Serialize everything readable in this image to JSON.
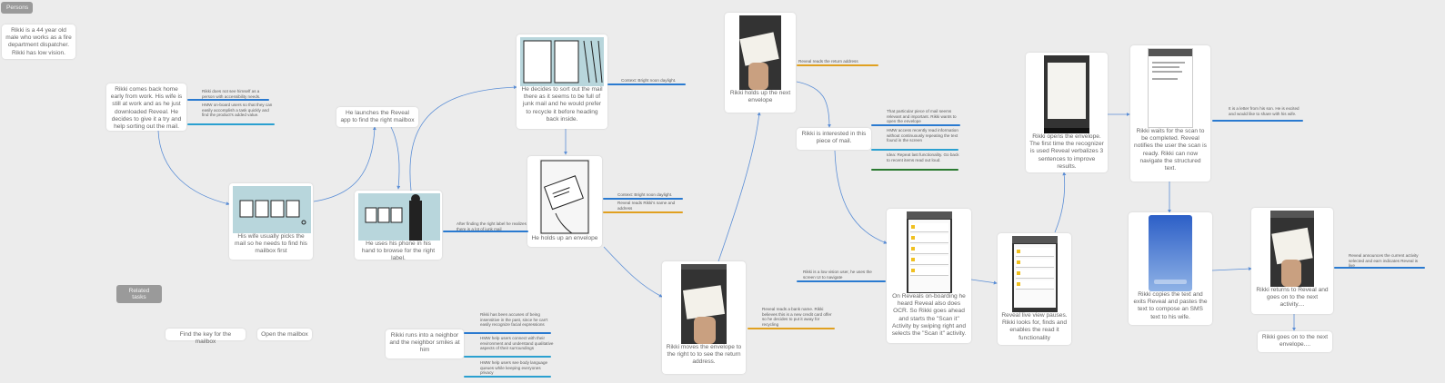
{
  "labels": {
    "personas": "Persons",
    "related_tasks": "Related tasks"
  },
  "persona": "Rikki is a 44 year old male who works as a fire department dispatcher. Rikki has low vision.",
  "steps": {
    "s1": "Rikki comes back home early from work. His wife is still at work and as he just downloaded Reveal. He decides to give it a try and help sorting out the mail.",
    "s2": "His wife usually picks the mail so he needs to find his mailbox first",
    "s3": "He launches the Reveal app to find the right mailbox",
    "s4": "He uses his phone in his hand to browse for the right label.",
    "s5": "He decides to sort out the mail there as it seems to be full of junk mail and he would prefer to recycle it before heading back inside.",
    "s6": "He holds up an envelope",
    "s7": "Rikki moves the envelope to the right to to see the return address.",
    "s8": "Rikki holds up the next envelope",
    "s9": "Rikki is interested in this piece of mail.",
    "s10": "On Reveals on-boarding he heard Reveal also does OCR. So Rikki goes ahead and starts the \"Scan it\" Activity by swiping right and selects the \"Scan it\" activity.",
    "s11": "Reveal live view pauses. Rikki looks for, finds and enables the read it functionality",
    "s12": "Rikki opens the envelope. The first time the recognizer is used Reveal verbalizes 3 sentences to improve results.",
    "s13": "Rikki waits for the scan to be completed. Reveal notifies the user the scan is ready. Rikki can now navigate the structured text.",
    "s14": "Rikki copies the text and exits Reveal and pastes the text to compose an SMS text to his wife.",
    "s15": "Rikki returns to Reveal and goes on to the next activity....",
    "s16": "Rikki goes on to the next envelope....",
    "neighbor": "Rikki runs into a neighbor and the neighbor smiles at him"
  },
  "related": {
    "t1": "Find the key for the mailbox",
    "t2": "Open the mailbox"
  },
  "notes": {
    "n1": "Rikki does not see himself as a person with accessibility needs.",
    "n2": "HMW on-board users so that they can easily accomplish a task quickly and find the product's added value.",
    "n3": "After finding the right label he realizes there is a lot of junk mail",
    "n4": "Context: Bright noon daylight.",
    "n5": "Context: Bright noon daylight.",
    "n6": "Reveal reads Rikki's name and address",
    "n7": "Reveal reads a bank name. Rikki believes this is a new credit card offer so he decides to put it away for recycling",
    "n8": "Reveal reads the return address",
    "n9": "That particular piece of mail seems relevant and important. Rikki wants to open the envelope",
    "n10": "HMW access recently read information without continuously repeating the text found in the screen",
    "n11": "Idea: Repeat last functionality. Go back to recent items read out loud.",
    "n12": "Rikki is a low vision user, he uses the screen UI to navigate",
    "n13": "It is a letter from his son. He is excited and would like to share with his wife.",
    "n14": "Reveal announces the current activity selected and earn indicates Reveal is live",
    "n15": "Rikki has been accuses of being insensitive in the past, since he can't easily recognize facial expressions",
    "n16": "HMW help users connect with their environment and understand qualitative aspects of their surroundings",
    "n17": "HMW help users see body language queues while keeping everyones privacy"
  },
  "colors": {
    "context": "#e0a020",
    "issue": "#2a7ad0",
    "idea": "#2a7a30",
    "arrow": "#5b8ed6",
    "tag": "#9a9a9a"
  }
}
